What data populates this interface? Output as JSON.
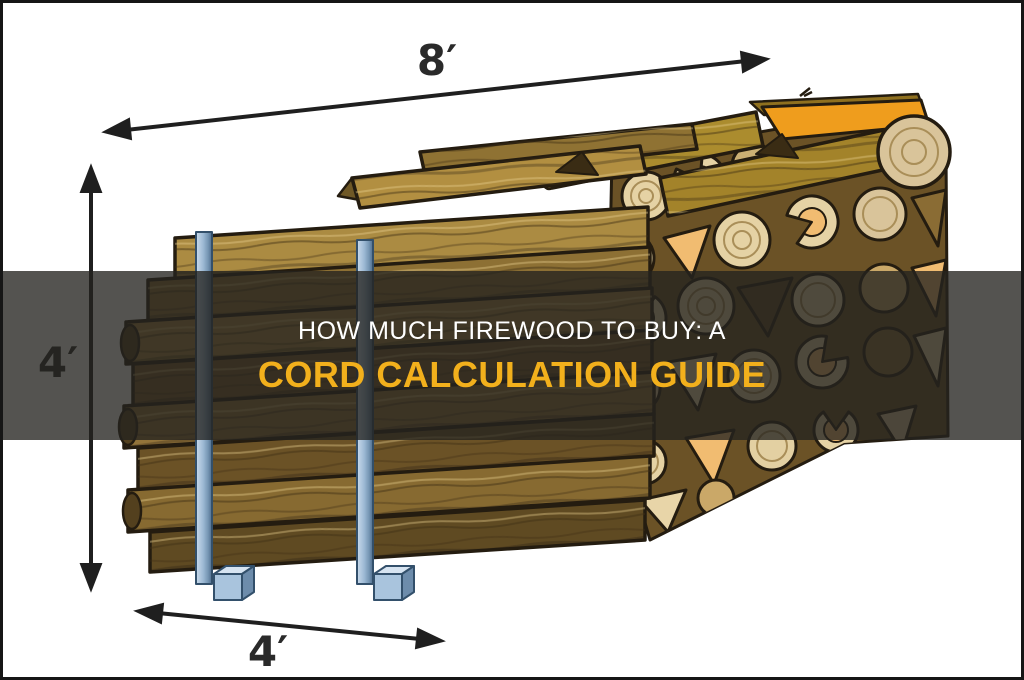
{
  "header_image": {
    "banner": {
      "line1": "HOW MUCH FIREWOOD TO BUY: A",
      "line2": "CORD CALCULATION GUIDE",
      "line1_color": "#ffffff",
      "line2_color": "#f2b01c",
      "background": "rgba(36,34,31,0.78)"
    },
    "dimension_labels": {
      "width": "8′",
      "height": "4′",
      "depth": "4′"
    },
    "illustration": {
      "subject": "full cord of stacked firewood (8 ft long, 4 ft high, 4 ft deep) held by two blue posts",
      "palette": {
        "outline": "#241c10",
        "log_browns": [
          "#ab8b42",
          "#8d7034",
          "#a2823f",
          "#77592a",
          "#93743a",
          "#6b5226",
          "#876a31"
        ],
        "log_end_cream": "#e5d2a4",
        "log_end_orange": "#f1bc71",
        "plank_orange": "#ef9d1d",
        "post_blue": "#a9c4dd",
        "arrow_color": "#1f1f1f",
        "background": "#ffffff",
        "frame": "#161616"
      }
    }
  }
}
